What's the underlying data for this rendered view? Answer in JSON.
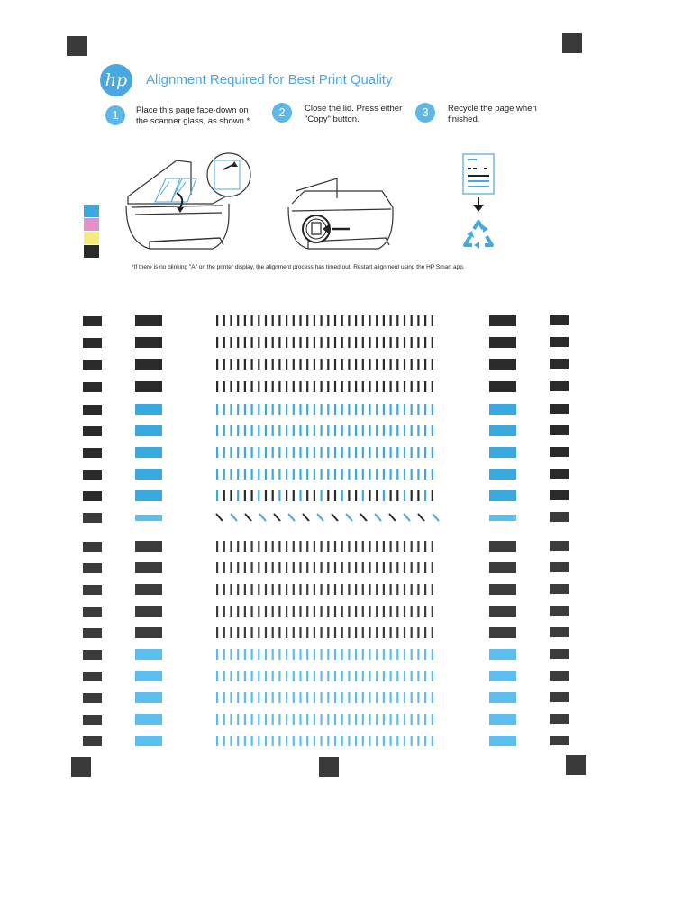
{
  "header": {
    "logo_text": "hp",
    "title": "Alignment Required for Best Print Quality"
  },
  "steps": [
    {
      "number": "1",
      "text_line1": "Place this page face-down on",
      "text_line2": "the scanner glass, as shown.*"
    },
    {
      "number": "2",
      "text_line1": "Close the lid. Press either",
      "text_line2": "\"Copy\" button."
    },
    {
      "number": "3",
      "text_line1": "Recycle the page when",
      "text_line2": "finished."
    }
  ],
  "footnote": "*If there is no blinking \"A\" on the printer display, the alignment process has timed out. Restart alignment using the HP Smart app.",
  "colors": {
    "black": "#2a2a2a",
    "dark_gray": "#3c3c3c",
    "cyan": "#3aa9e0",
    "light_cyan": "#5cbdee",
    "magenta": "#e690c8",
    "yellow": "#f4ec7a",
    "accent_blue": "#4aa8e0"
  },
  "color_swatches": [
    "cyan",
    "magenta",
    "yellow",
    "black"
  ],
  "pattern_rows": [
    "black",
    "black",
    "black",
    "black",
    "cyan",
    "cyan",
    "cyan",
    "cyan",
    "mixed",
    "diagonal",
    "dark",
    "dark",
    "dark",
    "dark",
    "dark",
    "lightcyan",
    "lightcyan",
    "lightcyan",
    "lightcyan",
    "lightcyan"
  ],
  "icons": {
    "scanner": "printer-scanner-lid-open-icon",
    "copy": "printer-copy-button-icon",
    "recycle": "recycle-icon",
    "page": "page-thumbnail-icon"
  }
}
